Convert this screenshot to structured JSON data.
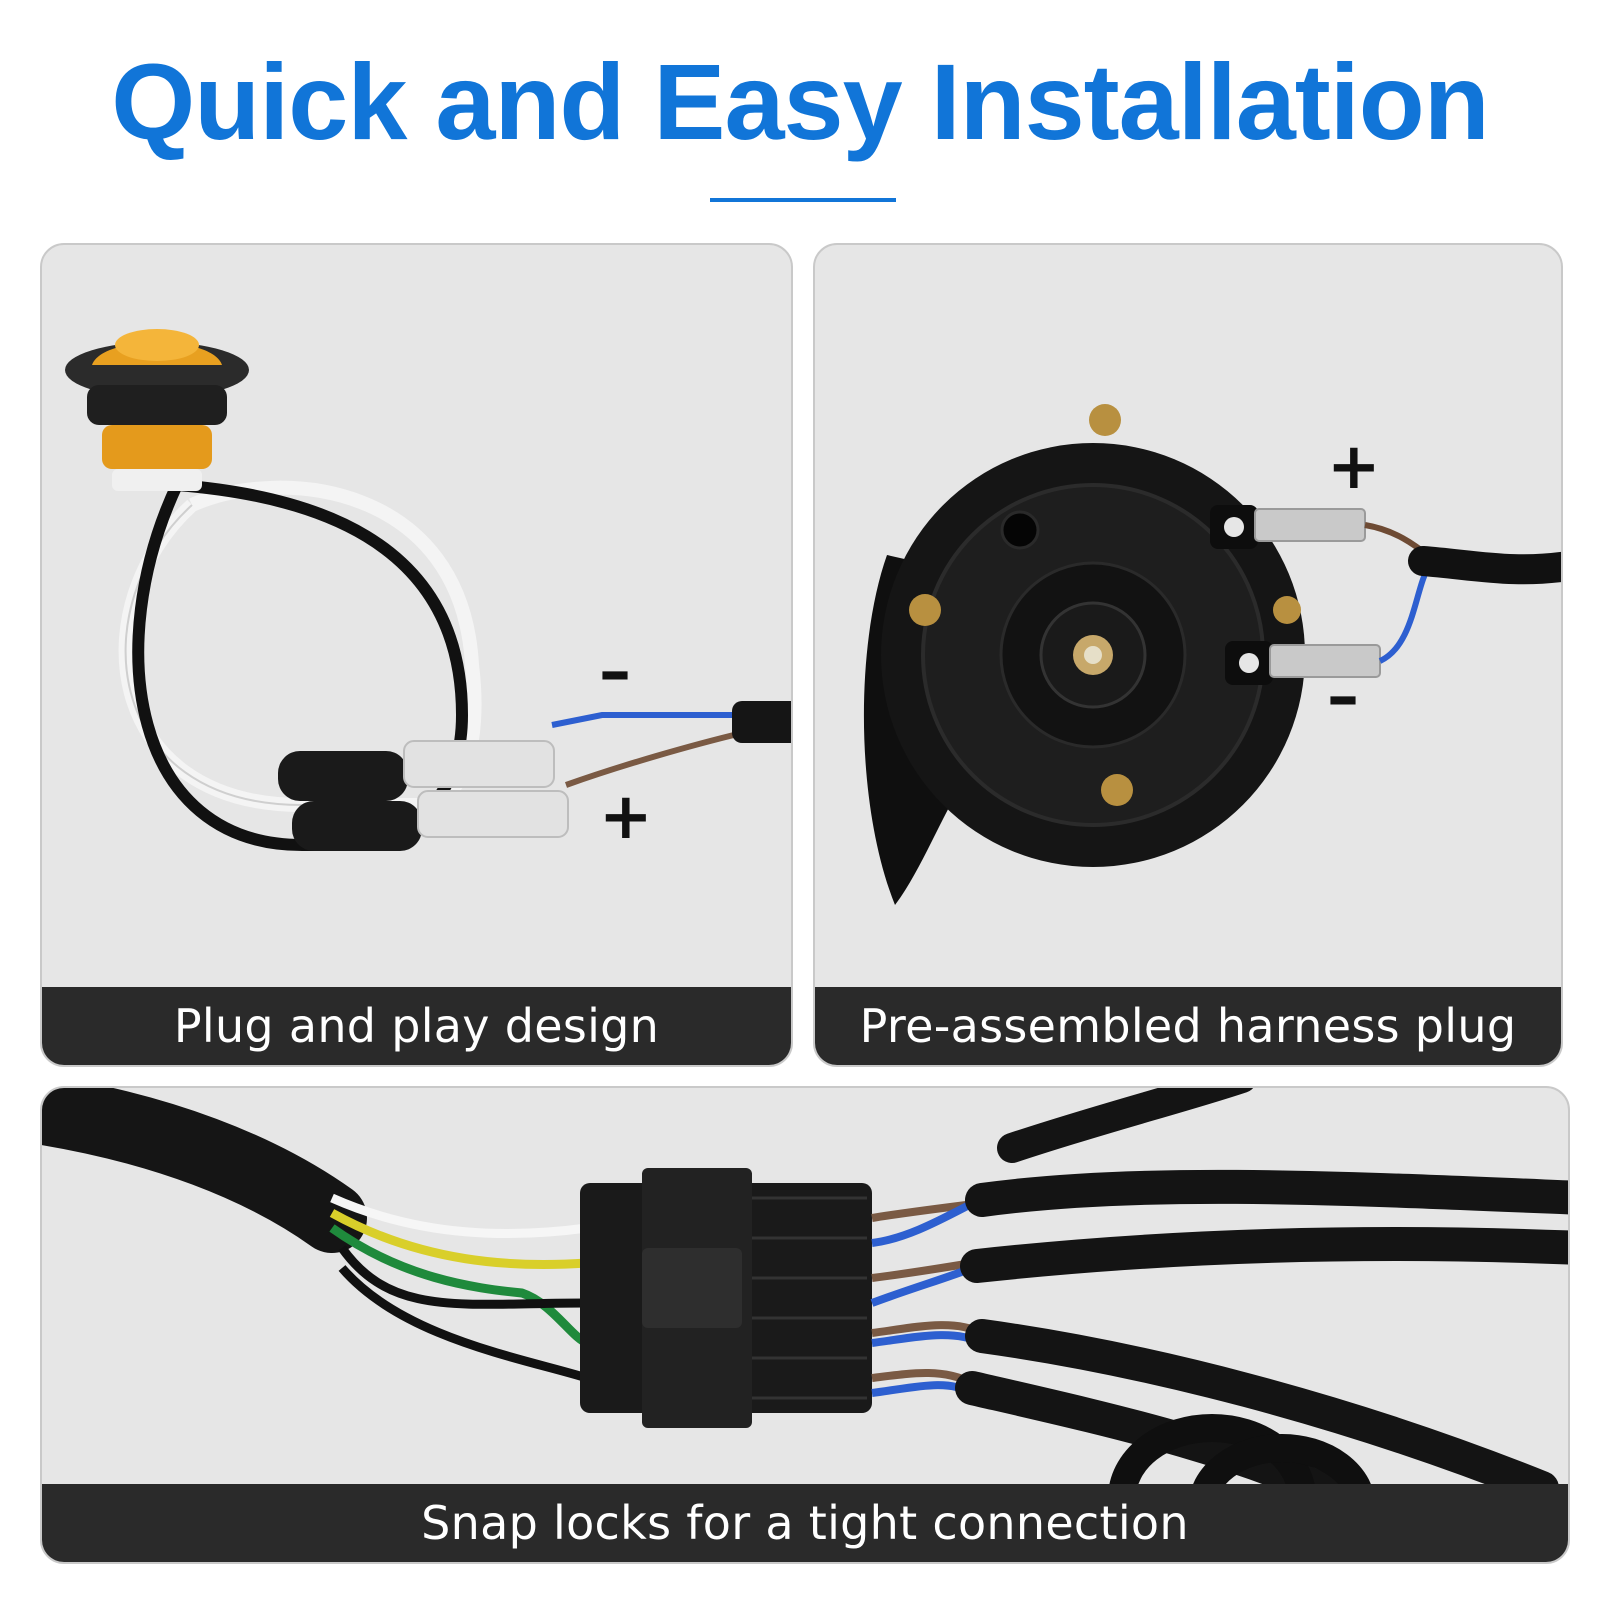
{
  "headline": "Quick and Easy Installation",
  "colors": {
    "accent": "#1175d8",
    "caption_bar": "#2a2a2a",
    "panel_bg": "#e6e6e6"
  },
  "panels": [
    {
      "caption": "Plug and play design",
      "minus_label": "–",
      "plus_label": "+"
    },
    {
      "caption": "Pre-assembled harness plug",
      "plus_label": "+",
      "minus_label": "–"
    },
    {
      "caption": "Snap locks for a tight connection"
    }
  ]
}
